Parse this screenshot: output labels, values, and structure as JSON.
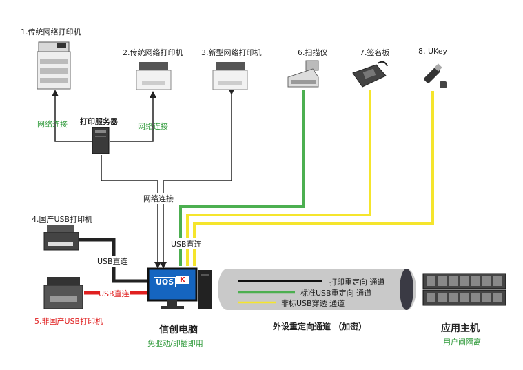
{
  "devices": {
    "printer1": "1.传统网络打印机",
    "printer2": "2.传统网络打印机",
    "printer3": "3.新型网络打印机",
    "scanner": "6.扫描仪",
    "signpad": "7.签名板",
    "ukey": "8. UKey",
    "printer4": "4.国产USB打印机",
    "printer5": "5.非国产USB打印机"
  },
  "server": {
    "label": "打印服务器"
  },
  "connections": {
    "net_left": "网络连接",
    "net_right": "网络连接",
    "net_center": "网络连接",
    "usb_center": "USB直连",
    "usb_printer4": "USB直连",
    "usb_printer5": "USB直连"
  },
  "pc": {
    "title": "信创电脑",
    "subtitle": "免驱动/即插即用",
    "screen_logo": "UOS",
    "screen_badge": "K"
  },
  "tunnel": {
    "title": "外设重定向通道 （加密）",
    "legend": [
      {
        "label": "打印重定向  通道",
        "color": "#111111"
      },
      {
        "label": "标准USB重定向  通道",
        "color": "#4caf50"
      },
      {
        "label": "非标USB穿透  通道",
        "color": "#f5e52c"
      }
    ]
  },
  "host": {
    "title": "应用主机",
    "subtitle": "用户间隔离"
  },
  "colors": {
    "black_line": "#222222",
    "green_line": "#4caf50",
    "yellow_line": "#f5e52c",
    "red_line": "#e02020",
    "label_green": "#2f9a3a",
    "label_red": "#e02020"
  }
}
